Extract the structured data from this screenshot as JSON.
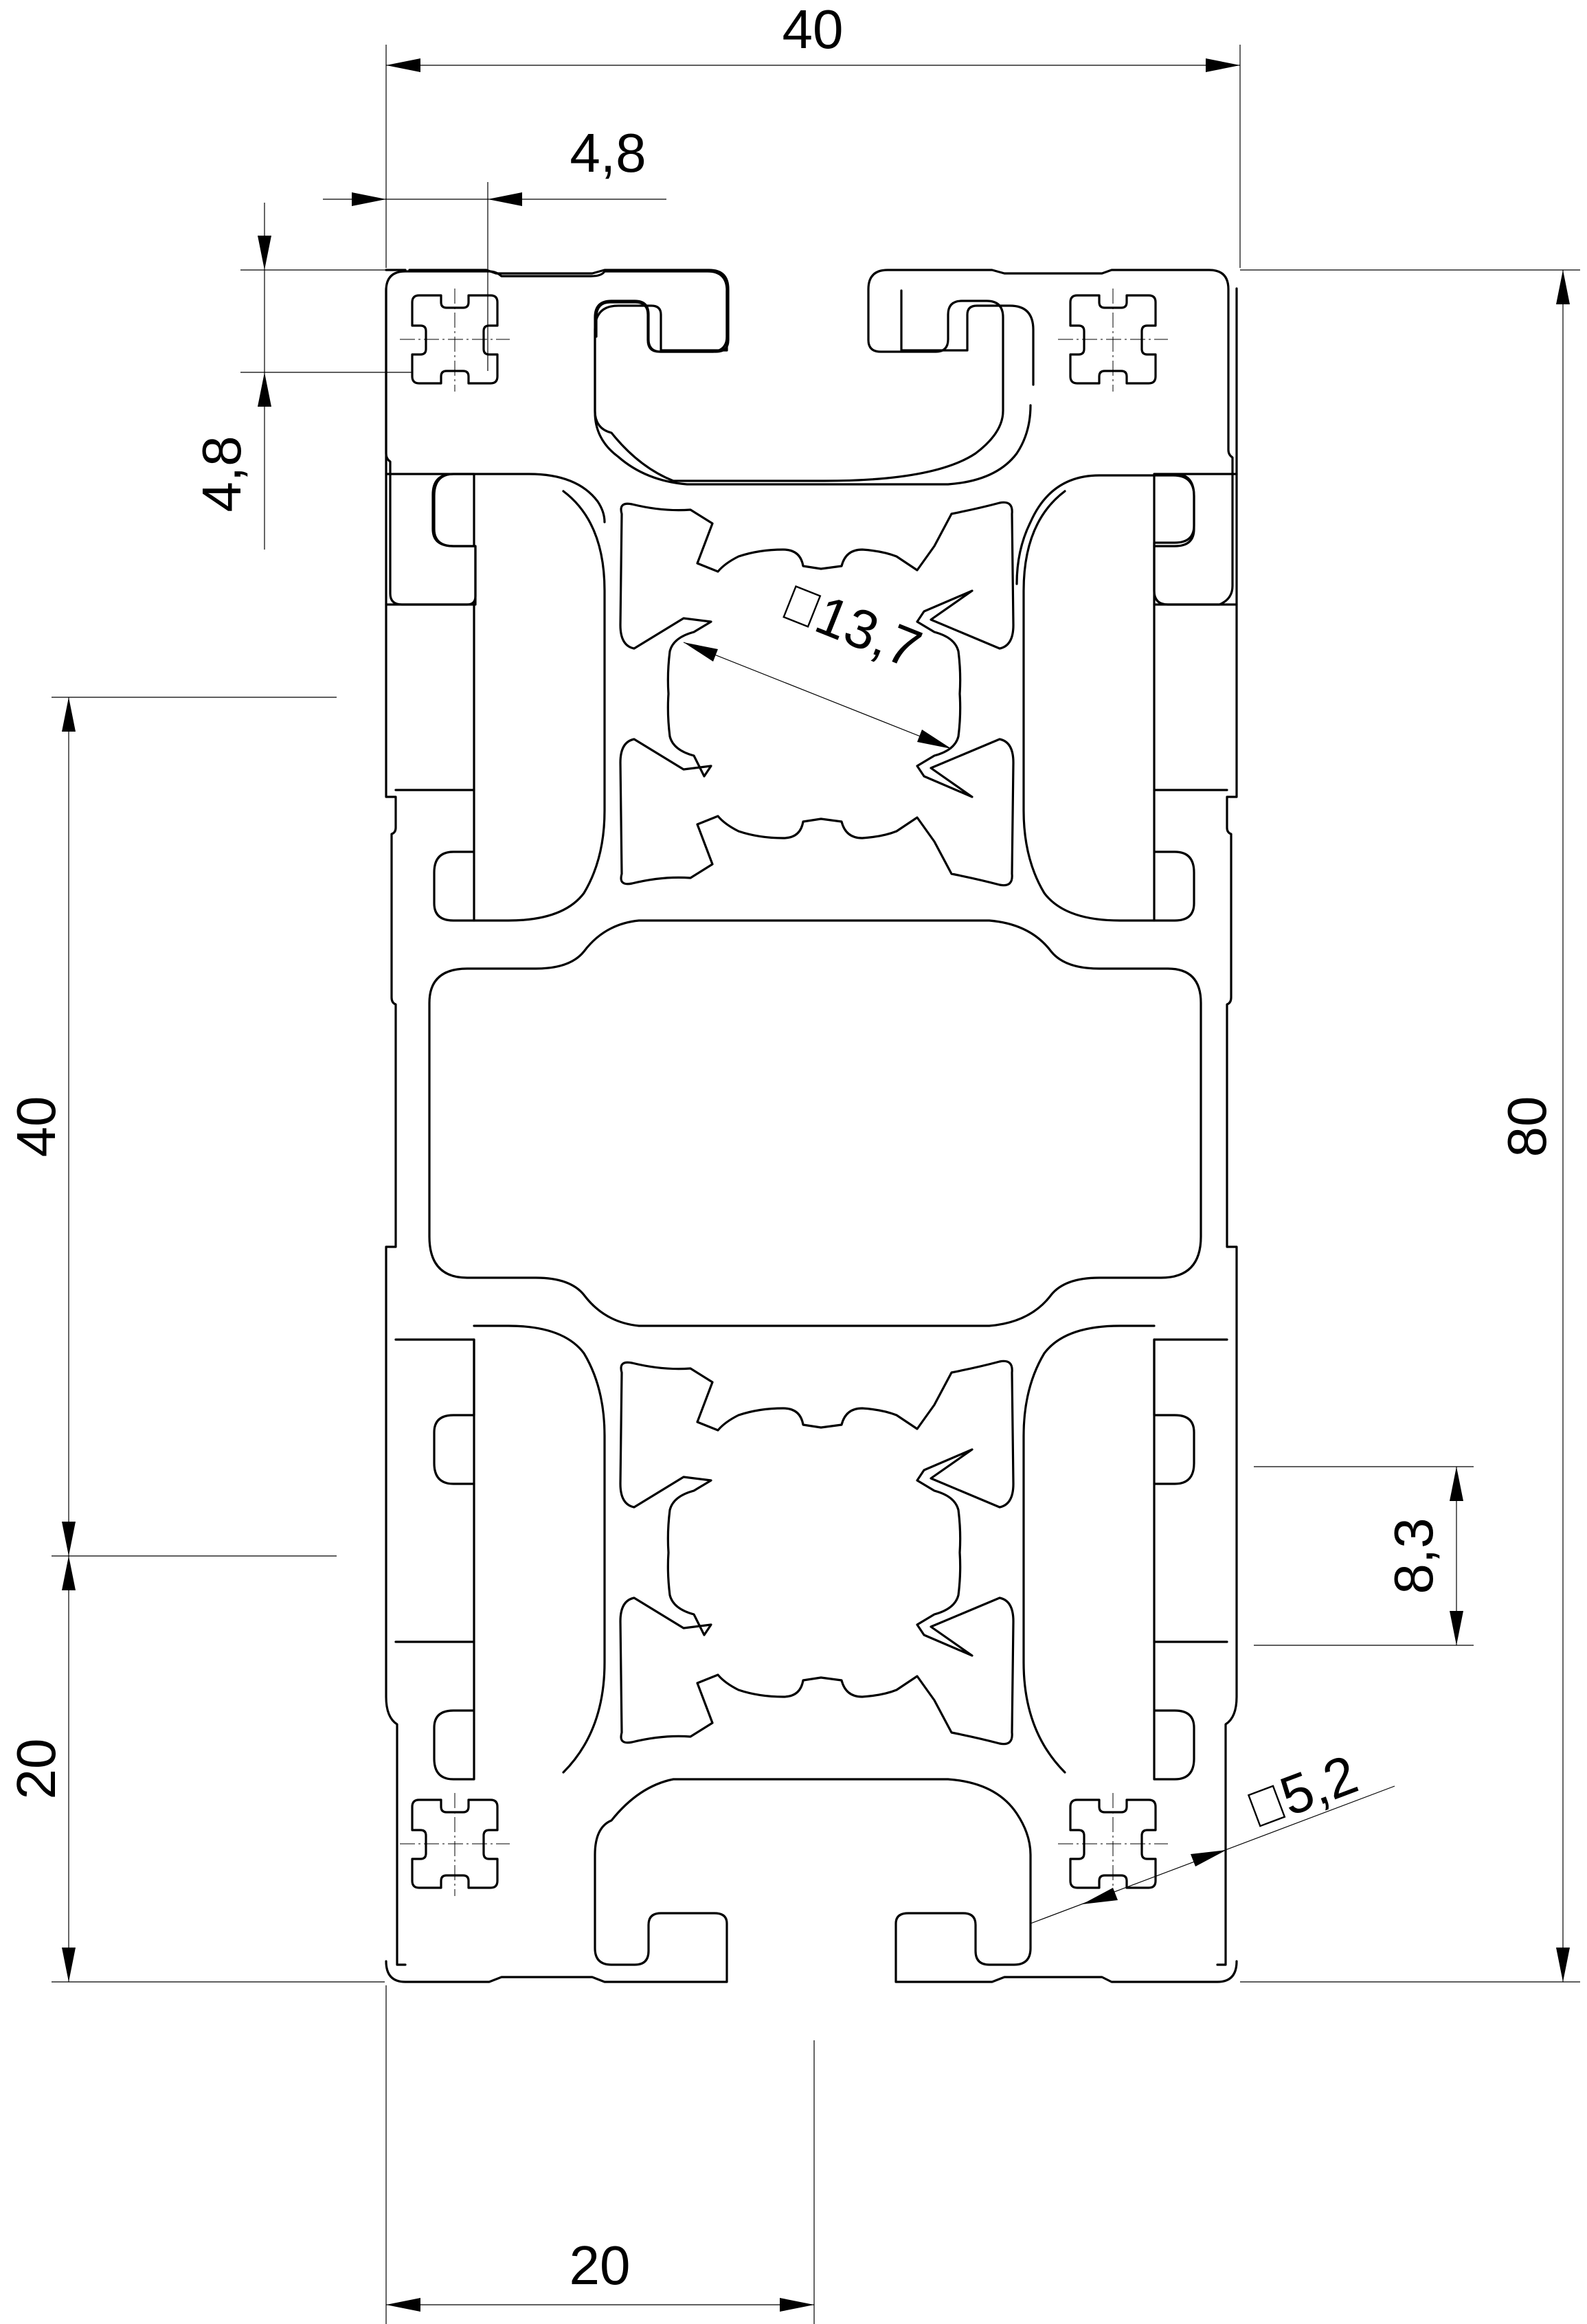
{
  "drawing": {
    "dimensions": {
      "overall_width": "40",
      "slot_offset_x": "4,8",
      "slot_offset_y": "4,8",
      "overall_height": "80",
      "pitch_left": "40",
      "edge_to_center": "20",
      "bottom_half_width": "20",
      "slot_opening": "8,3",
      "core_square": "13,7",
      "small_core_square": "5,2"
    },
    "square_symbol": "□"
  }
}
